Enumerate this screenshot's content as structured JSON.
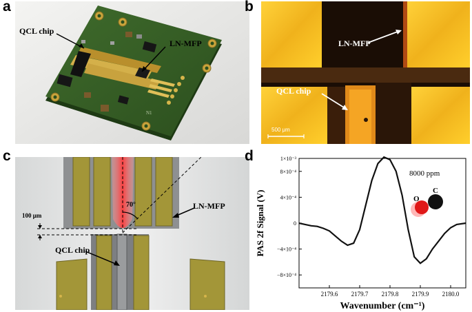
{
  "panels": {
    "a": {
      "letter": "a",
      "label_qcl": "QCL chip",
      "label_lnmfp": "LN-MFP",
      "board_marking": "N1"
    },
    "b": {
      "letter": "b",
      "label_lnmfp": "LN-MFP",
      "label_qcl": "QCL chip",
      "scale_bar": "500 μm"
    },
    "c": {
      "letter": "c",
      "label_gap": "100 μm",
      "label_angle": "70°",
      "label_lnmfp": "LN-MFP",
      "label_qcl": "QCL chip"
    },
    "d": {
      "letter": "d",
      "annotation": "8000 ppm",
      "atom_o": "O",
      "atom_c": "C"
    }
  },
  "chart_data": {
    "type": "line",
    "xlabel": "Wavenumber (cm⁻¹)",
    "ylabel": "PAS 2f Signal (V)",
    "xlim": [
      2179.5,
      2180.05
    ],
    "ylim": [
      -0.001,
      0.001
    ],
    "x_ticks": [
      2179.6,
      2179.7,
      2179.8,
      2179.9,
      2180.0
    ],
    "x_tick_labels": [
      "2179.6",
      "2179.7",
      "2179.8",
      "2179.9",
      "2180.0"
    ],
    "y_ticks": [
      -0.0008,
      -0.0004,
      0,
      0.0004,
      0.0008,
      0.001
    ],
    "y_tick_labels": [
      "−8×10⁻⁴",
      "−4×10⁻⁴",
      "0",
      "4×10⁻⁴",
      "8×10⁻⁴",
      "1×10⁻³"
    ],
    "series": [
      {
        "color": "#111111",
        "x": [
          2179.5,
          2179.52,
          2179.54,
          2179.56,
          2179.58,
          2179.6,
          2179.62,
          2179.64,
          2179.66,
          2179.68,
          2179.7,
          2179.72,
          2179.74,
          2179.76,
          2179.78,
          2179.8,
          2179.82,
          2179.84,
          2179.86,
          2179.88,
          2179.9,
          2179.92,
          2179.94,
          2179.96,
          2179.98,
          2180.0,
          2180.02,
          2180.05
        ],
        "y": [
          0.0,
          -2e-05,
          -4e-05,
          -5e-05,
          -8e-05,
          -0.00012,
          -0.0002,
          -0.00028,
          -0.00034,
          -0.00031,
          -0.0001,
          0.00028,
          0.00066,
          0.00092,
          0.00102,
          0.00098,
          0.0008,
          0.00043,
          -0.0001,
          -0.00052,
          -0.00062,
          -0.00055,
          -0.0004,
          -0.00028,
          -0.00016,
          -7e-05,
          -2e-05,
          0.0
        ]
      }
    ]
  }
}
